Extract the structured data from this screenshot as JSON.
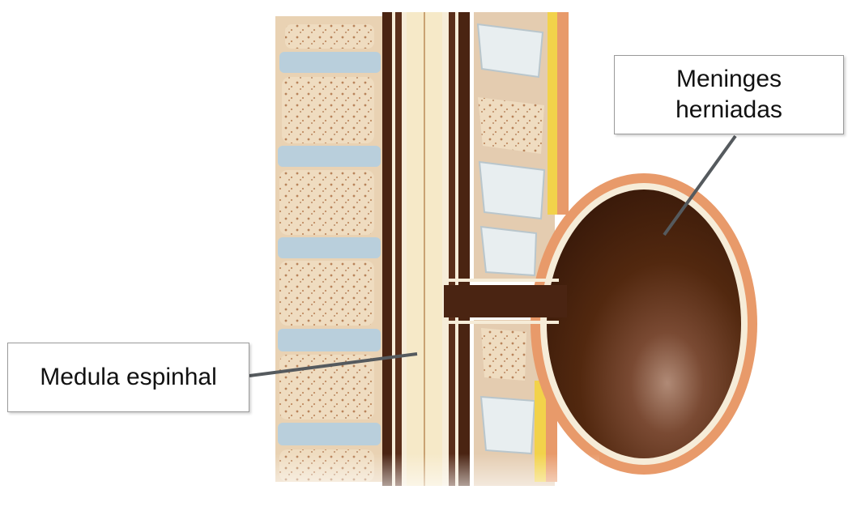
{
  "labels": {
    "meninges_line1": "Meninges",
    "meninges_line2": "herniadas",
    "medula": "Medula espinhal"
  },
  "colors": {
    "bone": "#efdcc0",
    "disc": "#b9cfdc",
    "sac": "#4a2412",
    "dura": "#5a2e1a",
    "cord": "#f6e9c8",
    "skin": "#e89a6a",
    "fat": "#f2d24a",
    "leader": "#555a5e"
  }
}
